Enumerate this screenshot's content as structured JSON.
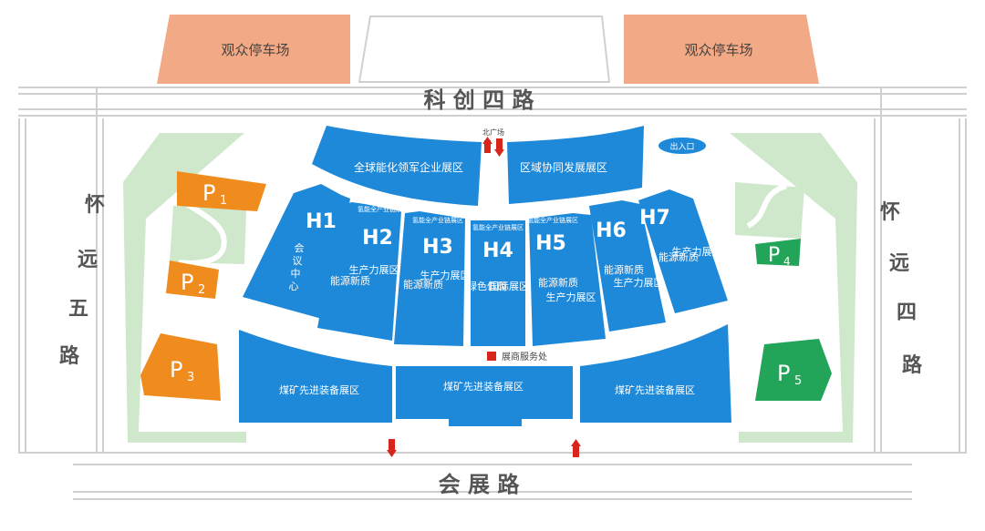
{
  "parking": {
    "audience_left": "观众停车场",
    "audience_right": "观众停车场",
    "p1": {
      "letter": "P",
      "num": "1"
    },
    "p2": {
      "letter": "P",
      "num": "2"
    },
    "p3": {
      "letter": "P",
      "num": "3"
    },
    "p4": {
      "letter": "P",
      "num": "4"
    },
    "p5": {
      "letter": "P",
      "num": "5"
    }
  },
  "roads": {
    "north": "科 创 四 路",
    "south": "会 展 路",
    "west": [
      "怀",
      "远",
      "五",
      "路"
    ],
    "east": [
      "怀",
      "远",
      "四",
      "路"
    ]
  },
  "labels": {
    "north_plaza": "北广场",
    "exit_entrance": "出入口",
    "service": "展商服务处"
  },
  "zones": {
    "global": "全球能化领军企业展区",
    "regional": "区域协同发展展区",
    "coal_left": "煤矿先进装备展区",
    "coal_center": "煤矿先进装备展区",
    "coal_right": "煤矿先进装备展区"
  },
  "halls": [
    {
      "id": "H1",
      "tag": "",
      "lines": [
        "会",
        "议",
        "中",
        "心"
      ]
    },
    {
      "id": "H2",
      "tag": "氢能全产业链展区",
      "lines": [
        "能源新质",
        "生产力展区"
      ]
    },
    {
      "id": "H3",
      "tag": "氢能全产业链展区",
      "lines": [
        "能源新质",
        "生产力展区"
      ]
    },
    {
      "id": "H4",
      "tag": "氢能全产业链展区",
      "lines": [
        "绿色低碳",
        "国际展区"
      ]
    },
    {
      "id": "H5",
      "tag": "氢能全产业链展区",
      "lines": [
        "能源新质",
        "生产力展区"
      ]
    },
    {
      "id": "H6",
      "tag": "",
      "lines": [
        "能源新质",
        "生产力展区"
      ]
    },
    {
      "id": "H7",
      "tag": "",
      "lines": [
        "能源新质",
        "生产力展区"
      ]
    }
  ],
  "colors": {
    "hall_blue": "#1e88d9",
    "parking_orange": "#f08c1e",
    "parking_green": "#22a558",
    "audience_parking": "#f2a985",
    "greenbelt": "#cfe8cc",
    "road_line": "#c8c8c8",
    "service_red": "#d9261c",
    "arrow_red": "#d9261c"
  }
}
